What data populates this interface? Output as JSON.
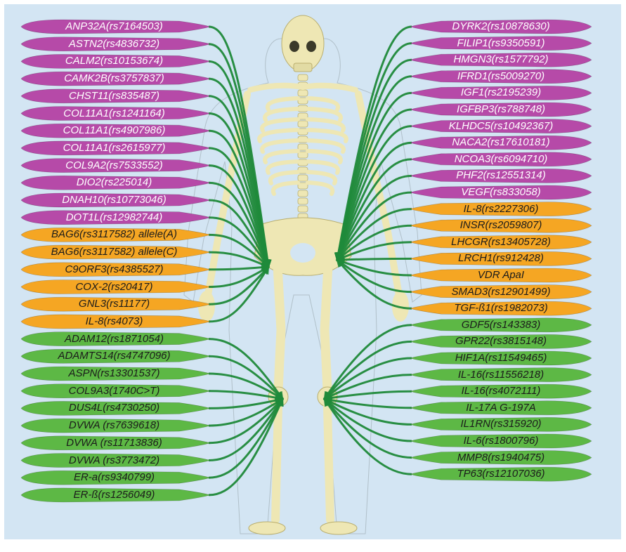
{
  "colors": {
    "background": "#d3e5f3",
    "purple": "#b64aa8",
    "orange": "#f5a623",
    "green": "#5db845",
    "arrow": "#1f8a3a",
    "bone": "#eee7b4"
  },
  "left_labels": {
    "purple": [
      "ANP32A(rs7164503)",
      "ASTN2(rs4836732)",
      "CALM2(rs10153674)",
      "CAMK2B(rs3757837)",
      "CHST11(rs835487)",
      "COL11A1(rs1241164)",
      "COL11A1(rs4907986)",
      "COL11A1(rs2615977)",
      "COL9A2(rs7533552)",
      "DIO2(rs225014)",
      "DNAH10(rs10773046)",
      "DOT1L(rs12982744)"
    ],
    "orange": [
      "BAG6(rs3117582) allele(A)",
      "BAG6(rs3117582) allele(C)",
      "C9ORF3(rs4385527)",
      "COX-2(rs20417)",
      "GNL3(rs11177)",
      "IL-8(rs4073)"
    ],
    "green": [
      "ADAM12(rs1871054)",
      "ADAMTS14(rs4747096)",
      "ASPN(rs13301537)",
      "COL9A3(1740C>T)",
      "DUS4L(rs4730250)",
      "DVWA (rs7639618)",
      "DVWA (rs11713836)",
      "DVWA (rs3773472)",
      "ER-a(rs9340799)",
      "ER-ß(rs1256049)"
    ]
  },
  "right_labels": {
    "purple": [
      "DYRK2(rs10878630)",
      "FILIP1(rs9350591)",
      "HMGN3(rs1577792)",
      "IFRD1(rs5009270)",
      "IGF1(rs2195239)",
      "IGFBP3(rs788748)",
      "KLHDC5(rs10492367)",
      "NACA2(rs17610181)",
      "NCOA3(rs6094710)",
      "PHF2(rs12551314)",
      "VEGF(rs833058)"
    ],
    "orange": [
      "IL-8(rs2227306)",
      "INSR(rs2059807)",
      "LHCGR(rs13405728)",
      "LRCH1(rs912428)",
      "VDR ApaI",
      "SMAD3(rs12901499)",
      "TGF-ß1(rs1982073)"
    ],
    "green": [
      "GDF5(rs143383)",
      "GPR22(rs3815148)",
      "HIF1A(rs11549465)",
      "IL-16(rs11556218)",
      "IL-16(rs4072111)",
      "IL-17A G-197A",
      "IL1RN(rs315920)",
      "IL-6(rs1800796)",
      "MMP8(rs1940475)",
      "TP63(rs12107036)"
    ]
  }
}
